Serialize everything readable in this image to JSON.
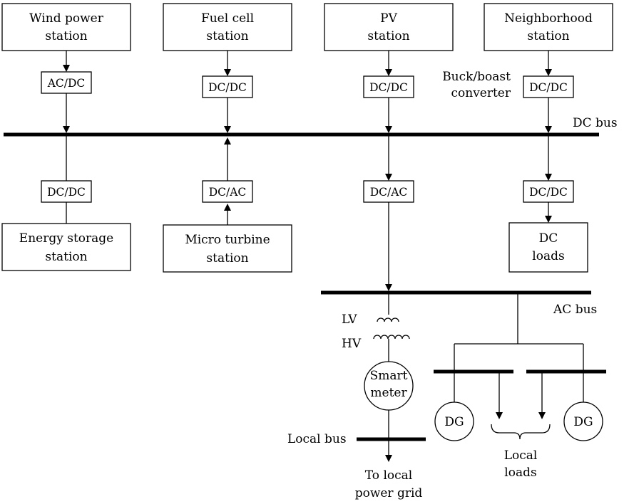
{
  "stations": {
    "wind": [
      "Wind power",
      "station"
    ],
    "fuel_cell": [
      "Fuel cell",
      "station"
    ],
    "pv": [
      "PV",
      "station"
    ],
    "neighborhood": [
      "Neighborhood",
      "station"
    ],
    "energy_storage": [
      "Energy storage",
      "station"
    ],
    "micro_turbine": [
      "Micro turbine",
      "station"
    ]
  },
  "converters": {
    "wind": "AC/DC",
    "fuel_cell": "DC/DC",
    "pv": "DC/DC",
    "neighborhood": "DC/DC",
    "storage": "DC/DC",
    "turbine": "DC/AC",
    "pv_inverter": "DC/AC",
    "dc_load": "DC/DC"
  },
  "labels": {
    "buck_boost": [
      "Buck/boast",
      "converter"
    ],
    "dc_bus": "DC bus",
    "ac_bus": "AC bus",
    "dc_loads": [
      "DC",
      "loads"
    ],
    "lv": "LV",
    "hv": "HV",
    "smart_meter": [
      "Smart",
      "meter"
    ],
    "dg_left": "DG",
    "dg_right": "DG",
    "local_bus": "Local bus",
    "local_loads": [
      "Local",
      "loads"
    ],
    "to_grid": [
      "To local",
      "power grid"
    ]
  }
}
